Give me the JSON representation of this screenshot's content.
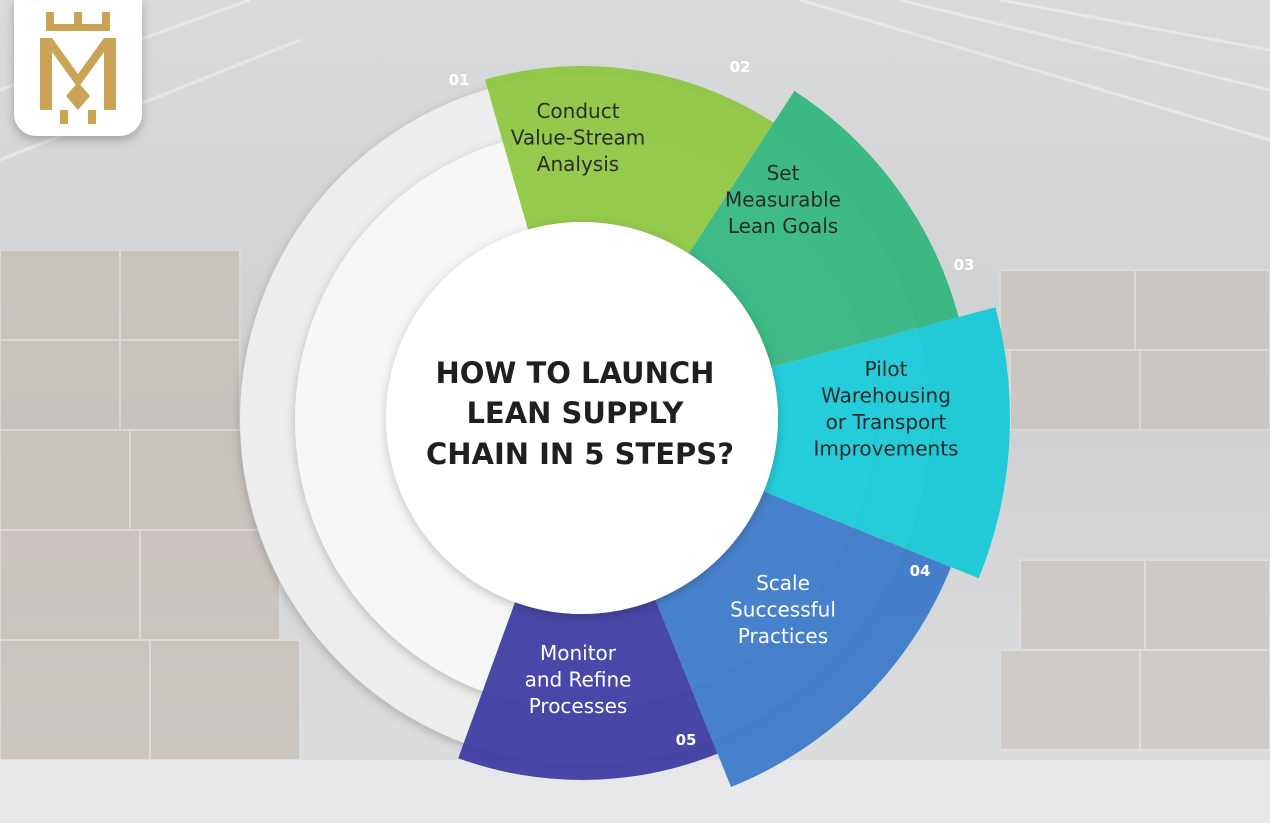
{
  "title_lines": [
    "HOW TO LAUNCH",
    "LEAN SUPPLY",
    "CHAIN IN 5 STEPS?"
  ],
  "steps": [
    {
      "number": "01",
      "lines": [
        "Conduct",
        "Value-Stream",
        "Analysis"
      ],
      "color": "#8dc63f",
      "text_color": "#2b2b2b"
    },
    {
      "number": "02",
      "lines": [
        "Set",
        "Measurable",
        "Lean Goals"
      ],
      "color": "#2fb67d",
      "text_color": "#2b2b2b"
    },
    {
      "number": "03",
      "lines": [
        "Pilot",
        "Warehousing",
        "or Transport",
        "Improvements"
      ],
      "color": "#13c9d6",
      "text_color": "#2b2b2b"
    },
    {
      "number": "04",
      "lines": [
        "Scale",
        "Successful",
        "Practices"
      ],
      "color": "#3a78c9",
      "text_color": "#ffffff"
    },
    {
      "number": "05",
      "lines": [
        "Monitor",
        "and Refine",
        "Processes"
      ],
      "color": "#3b3aa3",
      "text_color": "#ffffff"
    }
  ],
  "colors": {
    "logo_gold": "#c9a455",
    "ring_outer": "#ededed",
    "ring_inner": "#f7f7f7",
    "center": "#ffffff"
  }
}
